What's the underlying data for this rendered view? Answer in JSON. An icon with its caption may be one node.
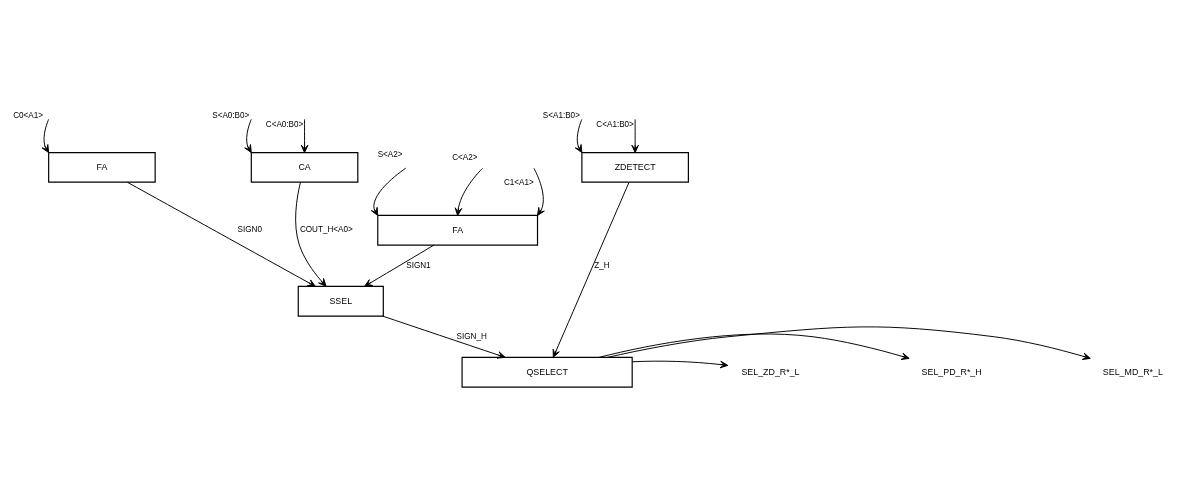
{
  "diagram": {
    "nodes": [
      {
        "text": [
          "FA"
        ]
      },
      {
        "text": [
          "FA"
        ]
      },
      {
        "text": [
          "CA"
        ]
      },
      {
        "text": [
          "ZDETECT"
        ]
      },
      {
        "text": [
          "SSEL"
        ]
      },
      {
        "text": [
          "QSELECT"
        ]
      },
      {
        "text": [
          "SEL_ZD_R*_L"
        ]
      },
      {
        "text": [
          "SEL_PD_R*_H"
        ]
      },
      {
        "text": [
          "SEL_MD_R*_L"
        ]
      }
    ],
    "edges": [
      {
        "from": null,
        "to": 1,
        "arrow": "to",
        "label": "S<A2>"
      },
      {
        "from": null,
        "to": 1,
        "arrow": "to",
        "label": "C<A2>"
      },
      {
        "from": null,
        "to": 0,
        "arrow": "to",
        "label": "C0<A1>"
      },
      {
        "from": null,
        "to": 1,
        "arrow": "to",
        "label": "C1<A1>"
      },
      {
        "from": null,
        "to": 2,
        "arrow": "to",
        "label": "S<A0:B0>"
      },
      {
        "from": null,
        "to": 2,
        "arrow": "to",
        "label": "C<A0:B0>"
      },
      {
        "from": null,
        "to": 3,
        "arrow": "to",
        "label": "S<A1:B0>"
      },
      {
        "from": null,
        "to": 3,
        "arrow": "to",
        "label": "C<A1:B0>"
      },
      {
        "from": 0,
        "to": 4,
        "arrow": "to",
        "label": "SIGN0"
      },
      {
        "from": 1,
        "to": 4,
        "arrow": "to",
        "label": "SIGN1"
      },
      {
        "from": 2,
        "to": 4,
        "arrow": "to",
        "label": "COUT_H<A0>"
      },
      {
        "from": 3,
        "to": 5,
        "arrow": "to",
        "label": "Z_H"
      },
      {
        "from": 4,
        "to": 5,
        "arrow": "to",
        "label": "SIGN_H"
      },
      {
        "from": 5,
        "to": 6,
        "arrow": "to"
      },
      {
        "from": 5,
        "to": 7,
        "arrow": "to"
      },
      {
        "from": 5,
        "to": 8,
        "arrow": "to"
      }
    ]
  }
}
